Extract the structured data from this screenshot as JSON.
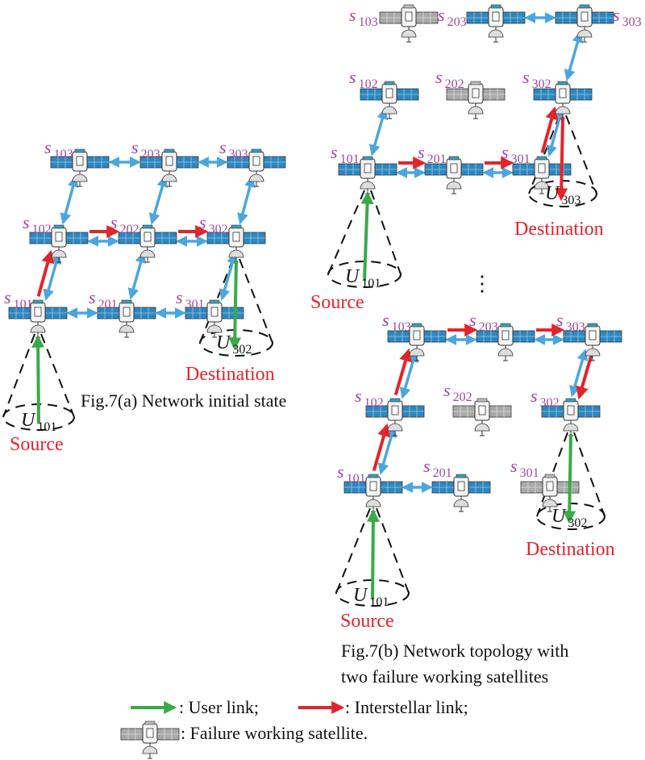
{
  "colors": {
    "isl_bidirectional": "#4ba6df",
    "interstellar_link": "#e3242b",
    "user_link": "#3aaa48",
    "label": "#a0479e",
    "working_panel": "#2d87c2",
    "failed_panel": "#a9a9a9"
  },
  "panel_a": {
    "caption": "Fig.7(a) Network initial state",
    "satellites": [
      {
        "id": "s103",
        "main": "s",
        "sub": "103",
        "failed": false
      },
      {
        "id": "s203",
        "main": "s",
        "sub": "203",
        "failed": false
      },
      {
        "id": "s303",
        "main": "s",
        "sub": "303",
        "failed": false
      },
      {
        "id": "s102",
        "main": "s",
        "sub": "102",
        "failed": false
      },
      {
        "id": "s202",
        "main": "s",
        "sub": "202",
        "failed": false
      },
      {
        "id": "s302",
        "main": "s",
        "sub": "302",
        "failed": false
      },
      {
        "id": "s101",
        "main": "s",
        "sub": "101",
        "failed": false
      },
      {
        "id": "s201",
        "main": "s",
        "sub": "201",
        "failed": false
      },
      {
        "id": "s301",
        "main": "s",
        "sub": "301",
        "failed": false
      }
    ],
    "source": {
      "label": "Source",
      "user": {
        "main": "U",
        "sub": "101"
      }
    },
    "destination": {
      "label": "Destination",
      "user": {
        "main": "U",
        "sub": "302"
      }
    }
  },
  "panel_b_top": {
    "satellites": [
      {
        "id": "s103",
        "main": "s",
        "sub": "103",
        "failed": true
      },
      {
        "id": "s203",
        "main": "s",
        "sub": "203",
        "failed": false
      },
      {
        "id": "s303",
        "main": "s",
        "sub": "303",
        "failed": false
      },
      {
        "id": "s102",
        "main": "s",
        "sub": "102",
        "failed": false
      },
      {
        "id": "s202",
        "main": "s",
        "sub": "202",
        "failed": true
      },
      {
        "id": "s302",
        "main": "s",
        "sub": "302",
        "failed": false
      },
      {
        "id": "s101",
        "main": "s",
        "sub": "101",
        "failed": false
      },
      {
        "id": "s201",
        "main": "s",
        "sub": "201",
        "failed": false
      },
      {
        "id": "s301",
        "main": "s",
        "sub": "301",
        "failed": false
      }
    ],
    "source": {
      "label": "Source",
      "user": {
        "main": "U",
        "sub": "101"
      }
    },
    "destination": {
      "label": "Destination",
      "user": {
        "main": "U",
        "sub": "303"
      }
    }
  },
  "ellipsis": "⋮",
  "panel_b_bottom": {
    "satellites": [
      {
        "id": "s103",
        "main": "s",
        "sub": "103",
        "failed": false
      },
      {
        "id": "s203",
        "main": "s",
        "sub": "203",
        "failed": false
      },
      {
        "id": "s303",
        "main": "s",
        "sub": "303",
        "failed": false
      },
      {
        "id": "s102",
        "main": "s",
        "sub": "102",
        "failed": false
      },
      {
        "id": "s202",
        "main": "s",
        "sub": "202",
        "failed": true
      },
      {
        "id": "s302",
        "main": "s",
        "sub": "302",
        "failed": false
      },
      {
        "id": "s101",
        "main": "s",
        "sub": "101",
        "failed": false
      },
      {
        "id": "s201",
        "main": "s",
        "sub": "201",
        "failed": false
      },
      {
        "id": "s301",
        "main": "s",
        "sub": "301",
        "failed": true
      }
    ],
    "source": {
      "label": "Source",
      "user": {
        "main": "U",
        "sub": "101"
      }
    },
    "destination": {
      "label": "Destination",
      "user": {
        "main": "U",
        "sub": "302"
      }
    }
  },
  "panel_b_caption": [
    "Fig.7(b) Network topology with",
    "two failure working satellites"
  ],
  "legend": {
    "user_link": ": User link;",
    "interstellar_link": ": Interstellar link;",
    "failure_satellite": ": Failure working satellite."
  }
}
